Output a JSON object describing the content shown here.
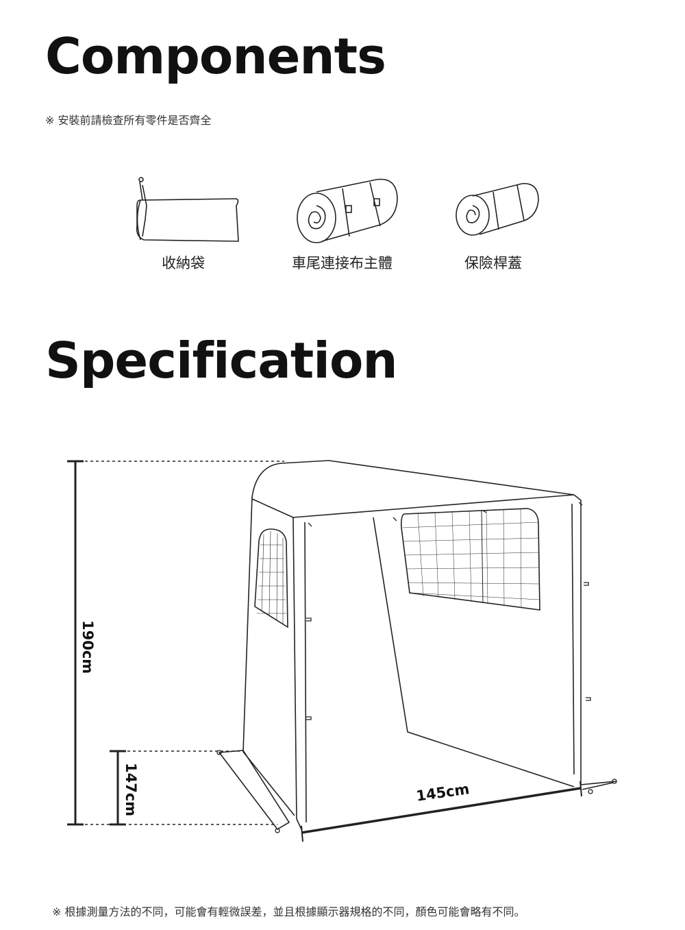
{
  "components": {
    "title": "Components",
    "note": "※ 安裝前請檢查所有零件是否齊全",
    "items": [
      {
        "label": "收納袋",
        "icon": "storage-bag-icon"
      },
      {
        "label": "車尾連接布主體",
        "icon": "rolled-tent-body-icon"
      },
      {
        "label": "保險桿蓋",
        "icon": "rolled-bumper-cover-icon"
      }
    ]
  },
  "specification": {
    "title": "Specification",
    "dimensions": {
      "height_total": "190cm",
      "height_side": "147cm",
      "width": "145cm"
    },
    "footnote": "※ 根據測量方法的不同，可能會有輕微誤差，並且根據顯示器規格的不同，顏色可能會略有不同。"
  }
}
